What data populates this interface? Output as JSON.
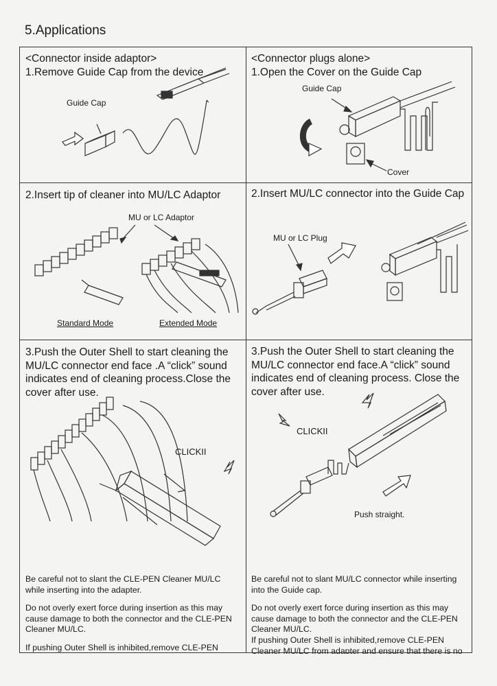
{
  "page_title": "5.Applications",
  "cells": {
    "tl": {
      "heading1": "<Connector inside adaptor>",
      "heading2": "1.Remove Guide Cap from the device",
      "label_guide_cap": "Guide Cap"
    },
    "tr": {
      "heading1": "<Connector plugs alone>",
      "heading2": "1.Open the Cover on the Guide Cap",
      "label_guide_cap": "Guide Cap",
      "label_cover": "Cover"
    },
    "ml": {
      "heading": "2.Insert tip of cleaner into MU/LC Adaptor",
      "label_adaptor": "MU or LC Adaptor",
      "label_standard": "Standard Mode",
      "label_extended": "Extended Mode"
    },
    "mr": {
      "heading": "2.Insert MU/LC connector into the Guide Cap",
      "label_plug": "MU or LC Plug"
    },
    "bl": {
      "heading": "3.Push the Outer Shell to start cleaning the MU/LC connector end face .A “click” sound indicates end of cleaning process.Close the cover after use.",
      "label_click": "CLICKII",
      "notes": [
        "Be careful not to slant the CLE-PEN Cleaner MU/LC while inserting into the adapter.",
        "Do not overly exert force during insertion as this may cause damage to both the connector and the CLE-PEN  Cleaner MU/LC.",
        "If pushing Outer Shell is inhibited,remove CLE-PEN  Cleaner SC from adapter and ensure that there is no sizeable debris inhibiting the cleaning process."
      ]
    },
    "br": {
      "heading": "3.Push the Outer Shell to start cleaning the MU/LC connector end face.A “click” sound indicates end of cleaning process. Close the cover after use.",
      "label_click": "CLICKII",
      "label_push": "Push straight.",
      "notes": [
        "Be careful not to slant MU/LC connector while inserting into the Guide cap.",
        "Do not overly exert force during insertion as this may cause damage to both the connector and the CLE-PEN  Cleaner MU/LC.",
        "If pushing Outer Shell is inhibited,remove CLE-PEN  Cleaner MU/LC from adapter and ensure that there is no sizeable debris inhibiting the cleaning process."
      ]
    }
  }
}
